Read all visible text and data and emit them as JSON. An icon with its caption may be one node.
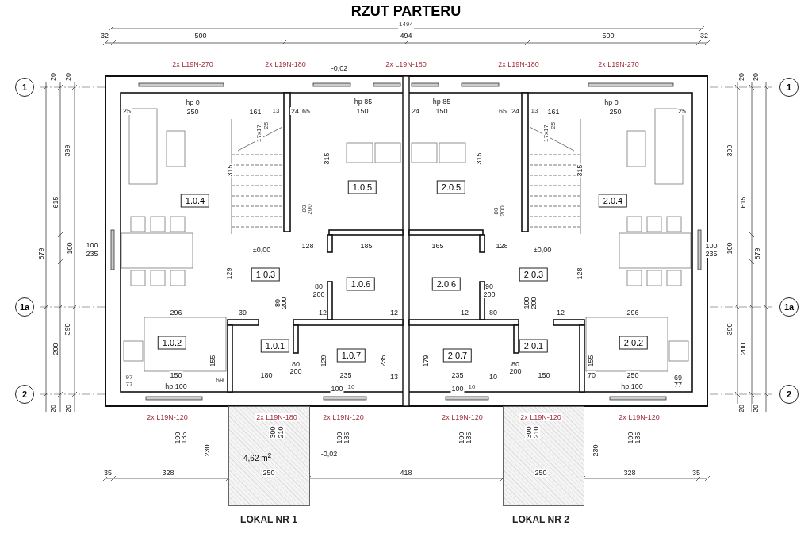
{
  "diagram": {
    "title": "RZUT PARTERU",
    "nodes": [
      {
        "text": [
          "1"
        ]
      },
      {
        "text": [
          "1"
        ]
      },
      {
        "text": [
          "1.0.5"
        ]
      },
      {
        "text": [
          "2.0.5"
        ]
      },
      {
        "text": [
          "1.0.4"
        ]
      },
      {
        "text": [
          "2.0.4"
        ]
      },
      {
        "text": [
          "1.0.3"
        ]
      },
      {
        "text": [
          "2.0.3"
        ]
      },
      {
        "text": [
          "1.0.6"
        ]
      },
      {
        "text": [
          "2.0.6"
        ]
      },
      {
        "text": [
          "1a"
        ]
      },
      {
        "text": [
          "1a"
        ]
      },
      {
        "text": [
          "1.0.2"
        ]
      },
      {
        "text": [
          "1.0.1"
        ]
      },
      {
        "text": [
          "1.0.7"
        ]
      },
      {
        "text": [
          "2.0.7"
        ]
      },
      {
        "text": [
          "2.0.1"
        ]
      },
      {
        "text": [
          "2.0.2"
        ]
      },
      {
        "text": [
          "2"
        ]
      },
      {
        "text": [
          "2"
        ]
      },
      {
        "text": [
          "4,62 m$^{2}$"
        ]
      },
      {
        "text": [],
        "shape": "box"
      }
    ],
    "edges": [],
    "labels": [
      "1494",
      "32",
      "500",
      "494",
      "500",
      "32",
      "2x L19N-270",
      "2x L19N-180",
      "-0,02",
      "2x L19N-180",
      "2x L19N-180",
      "2x L19N-270",
      "20",
      "20",
      "20",
      "20",
      "hp 0",
      "hp 85",
      "hp 85",
      "hp 0",
      "25",
      "250",
      "161",
      "13",
      "24",
      "65",
      "150",
      "24",
      "150",
      "65",
      "24",
      "13",
      "161",
      "250",
      "25",
      "17x17",
      "25",
      "17x17",
      "25",
      "399",
      "399",
      "315",
      "315",
      "315",
      "315",
      "615",
      "615",
      "80",
      "200",
      "80",
      "200",
      "100",
      "235",
      "±0,00",
      "128",
      "185",
      "165",
      "128",
      "±0,00",
      "100",
      "235",
      "879",
      "100",
      "100",
      "879",
      "129",
      "128",
      "80",
      "200",
      "90",
      "200",
      "80",
      "200",
      "100",
      "200",
      "296",
      "39",
      "12",
      "12",
      "12",
      "80",
      "12",
      "296",
      "390",
      "390",
      "200",
      "200",
      "155",
      "129",
      "235",
      "179",
      "155",
      "80",
      "200",
      "80",
      "200",
      "150",
      "180",
      "235",
      "235",
      "150",
      "70",
      "250",
      "97",
      "69",
      "13",
      "10",
      "69",
      "77",
      "hp 100",
      "hp 100",
      "77",
      "100",
      "10",
      "100",
      "10",
      "20",
      "20",
      "20",
      "20",
      "2x L19N-120",
      "2x L19N-180",
      "2x L19N-120",
      "2x L19N-120",
      "2x L19N-120",
      "2x L19N-120",
      "300",
      "210",
      "300",
      "210",
      "100",
      "135",
      "100",
      "135",
      "100",
      "135",
      "100",
      "135",
      "230",
      "230",
      "-0,02",
      "35",
      "328",
      "250",
      "418",
      "250",
      "328",
      "35",
      "LOKAL NR 1",
      "LOKAL NR 2"
    ]
  }
}
